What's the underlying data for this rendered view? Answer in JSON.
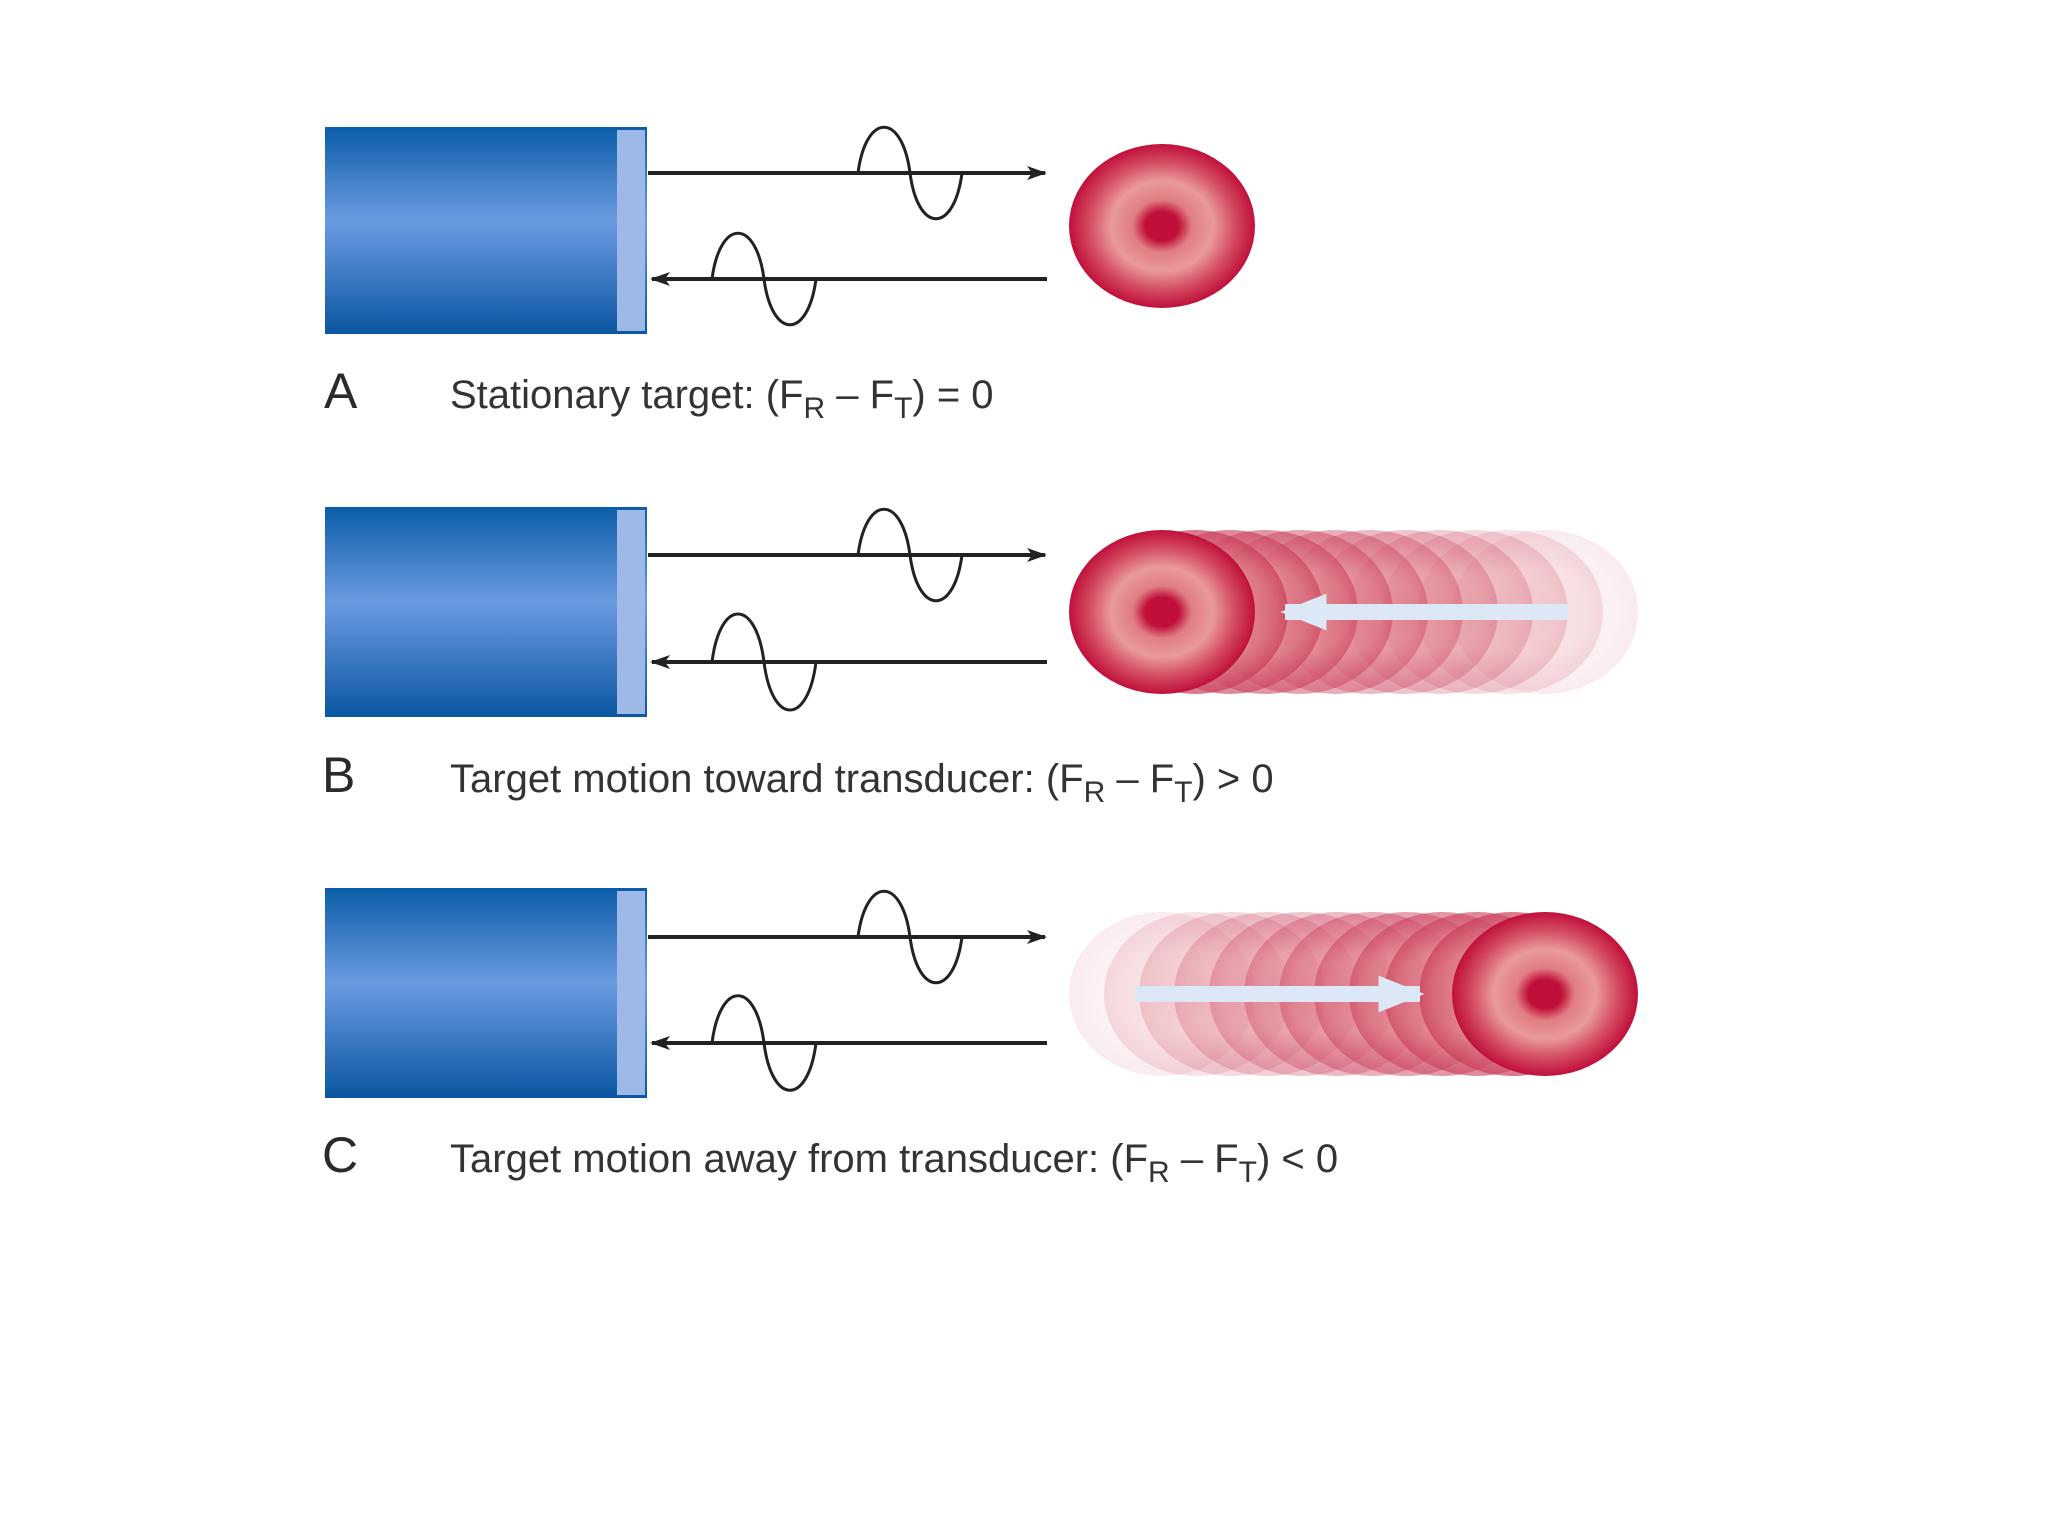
{
  "colors": {
    "transducer_dark": "#0b5da8",
    "transducer_light": "#5f93d6",
    "face_plate": "#9fb9e6",
    "target_dark": "#c0103a",
    "target_light": "#ec9898",
    "motion_arrow": "#dce8f5",
    "beam_line": "#222222",
    "text": "#333333"
  },
  "icons": {
    "transducer": "transducer-block-icon",
    "target": "blood-cell-target-icon",
    "transmitted_wave": "sine-wave-icon",
    "received_wave": "sine-wave-icon"
  },
  "panels": [
    {
      "letter": "A",
      "caption_prefix": "Stationary target: (F",
      "sub_r": "R",
      "minus": " – F",
      "sub_t": "T",
      "caption_suffix": ") = 0",
      "target_motion": "none"
    },
    {
      "letter": "B",
      "caption_prefix": "Target motion toward transducer: (F",
      "sub_r": "R",
      "minus": " – F",
      "sub_t": "T",
      "caption_suffix": ") > 0",
      "target_motion": "toward"
    },
    {
      "letter": "C",
      "caption_prefix": "Target motion away from transducer: (F",
      "sub_r": "R",
      "minus": " – F",
      "sub_t": "T",
      "caption_suffix": ") < 0",
      "target_motion": "away"
    }
  ]
}
